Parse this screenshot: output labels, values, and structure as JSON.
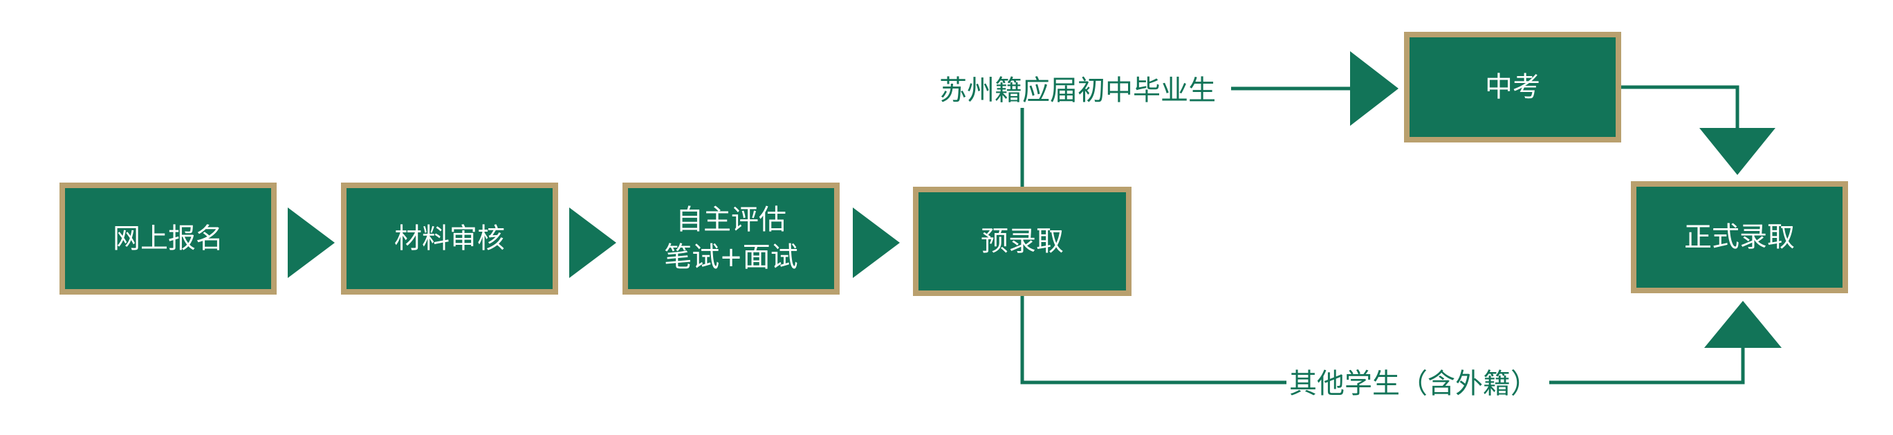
{
  "colors": {
    "fill": "#127458",
    "border": "#B9A06E",
    "line": "#127458",
    "text": "#FFFFFF"
  },
  "nodes": {
    "apply": {
      "label": "网上报名"
    },
    "review": {
      "label": "材料审核"
    },
    "assess": {
      "line1": "自主评估",
      "line2": "笔试+面试"
    },
    "pre": {
      "label": "预录取"
    },
    "exam": {
      "label": "中考"
    },
    "final": {
      "label": "正式录取"
    }
  },
  "branches": {
    "local": "苏州籍应届初中毕业生",
    "other": "其他学生（含外籍）"
  }
}
